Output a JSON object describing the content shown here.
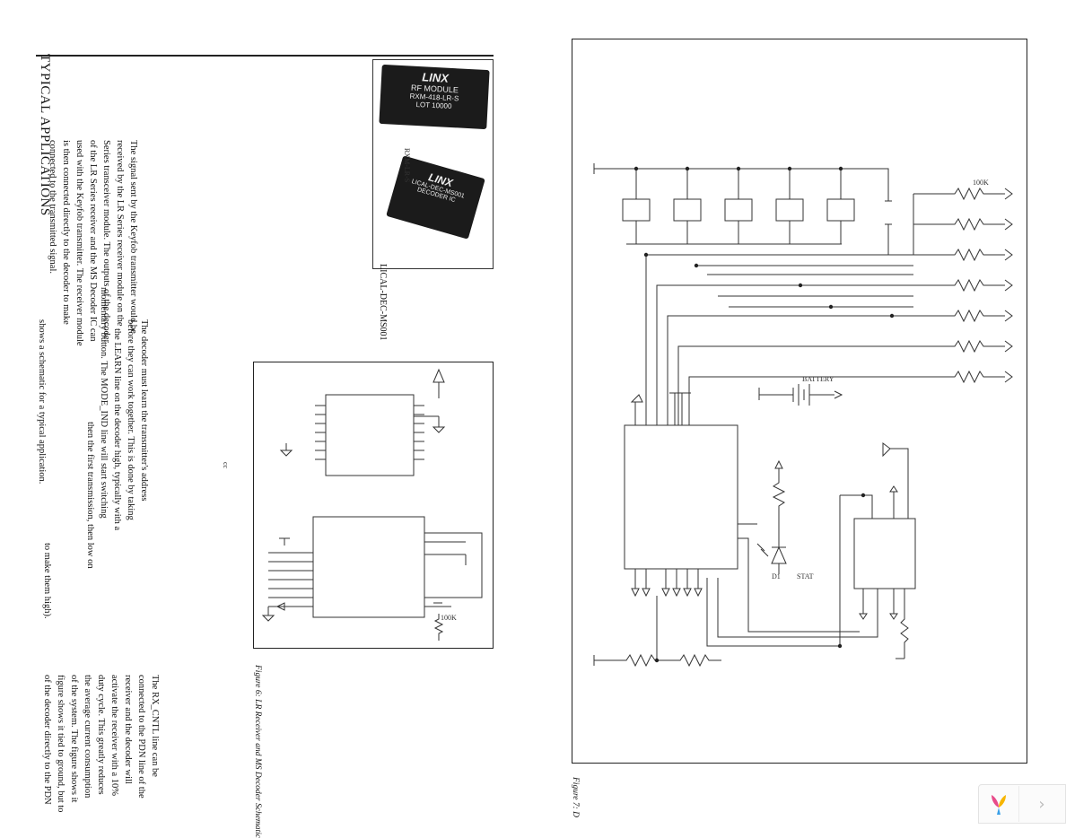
{
  "section_title": "TYPICAL APPLICATIONS",
  "left_column": {
    "paragraph_1": [
      "The signal sent by the Keyfob transmitter would be",
      "received by the LR Series receiver module on the",
      "Series transceiver module. The outputs of the decoder",
      "of the LR Series receiver and the MS Decoder IC can",
      "used with the Keyfob transmitter. The receiver module",
      "is then connected directly to the decoder to make",
      "connected to the transmitted signal."
    ],
    "paragraph_2": [
      "The decoder must learn the transmitter's address",
      "before they can work together. This is done by taking",
      "the LEARN line on the decoder high, typically with a",
      "momentary button. The MODE_IND line will start switching",
      "then the first transmission, then low on",
      "shows a schematic for a typical application."
    ],
    "paragraph_3": [
      "The RX_CNTL line can be",
      "connected to the PDN line of the",
      "receiver and the decoder will",
      "activate the receiver with a 10%",
      "duty cycle. This greatly reduces",
      "the average current consumption",
      "of the system. The figure shows it",
      "figure shows it tied to ground, but to",
      "of the decoder directly to the PDN"
    ],
    "side_note": "to make them high).",
    "vcc_label": "cc"
  },
  "photo": {
    "chip1_brand": "LINX",
    "chip1_lines": [
      "RF MODULE",
      "RXM-418-LR-S",
      "LOT 10000"
    ],
    "chip2_brand": "LINX",
    "chip2_lines": [
      "LICAL-DEC-MS001",
      "DECODER IC"
    ],
    "caption_left": "RXM-LR-S",
    "caption_right": "LICAL-DEC-MS001"
  },
  "figure6": {
    "caption": "Figure 6: LR Receiver and MS Decoder Schematic",
    "resistor_label": "100K"
  },
  "figure7": {
    "caption": "Figure 7: D",
    "resistor_value": "100K",
    "battery_label": "BATTERY",
    "stat_label": "STAT",
    "led_label": "D1"
  },
  "nav": {
    "next_glyph": "›"
  }
}
